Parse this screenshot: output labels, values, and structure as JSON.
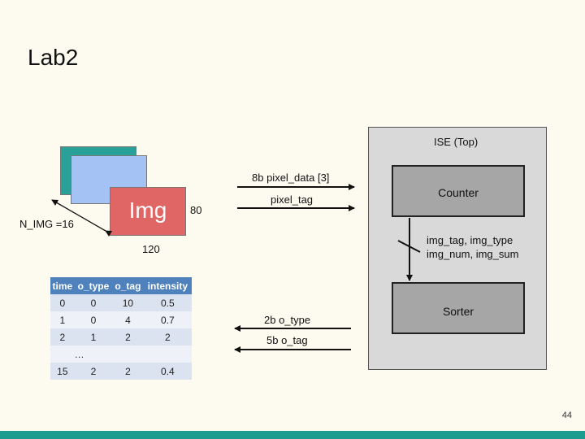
{
  "slide": {
    "title": "Lab2",
    "page_number": "44"
  },
  "image_stack": {
    "label": "Img",
    "count_label": "N_IMG =16",
    "width_label": "80",
    "height_label": "120"
  },
  "signals": {
    "pixel_data": "8b pixel_data [3]",
    "pixel_tag": "pixel_tag",
    "internal_line1": "img_tag, img_type",
    "internal_line2": "img_num, img_sum",
    "o_type": "2b o_type",
    "o_tag": "5b o_tag"
  },
  "top_module": {
    "label": "ISE (Top)",
    "counter": "Counter",
    "sorter": "Sorter"
  },
  "output_table": {
    "headers": [
      "time",
      "o_type",
      "o_tag",
      "intensity"
    ],
    "rows": [
      [
        "0",
        "0",
        "10",
        "0.5"
      ],
      [
        "1",
        "0",
        "4",
        "0.7"
      ],
      [
        "2",
        "1",
        "2",
        "2"
      ],
      [
        "…",
        "",
        "",
        ""
      ],
      [
        "15",
        "2",
        "2",
        "0.4"
      ]
    ]
  },
  "colors": {
    "img_fill": "#e06666",
    "card_teal": "#2aa198",
    "card_blue": "#a4c2f4",
    "module_gray": "#a6a6a6",
    "top_gray": "#d9d9d9",
    "table_header": "#4f81bd",
    "accent_bar": "#1e9b8f"
  }
}
